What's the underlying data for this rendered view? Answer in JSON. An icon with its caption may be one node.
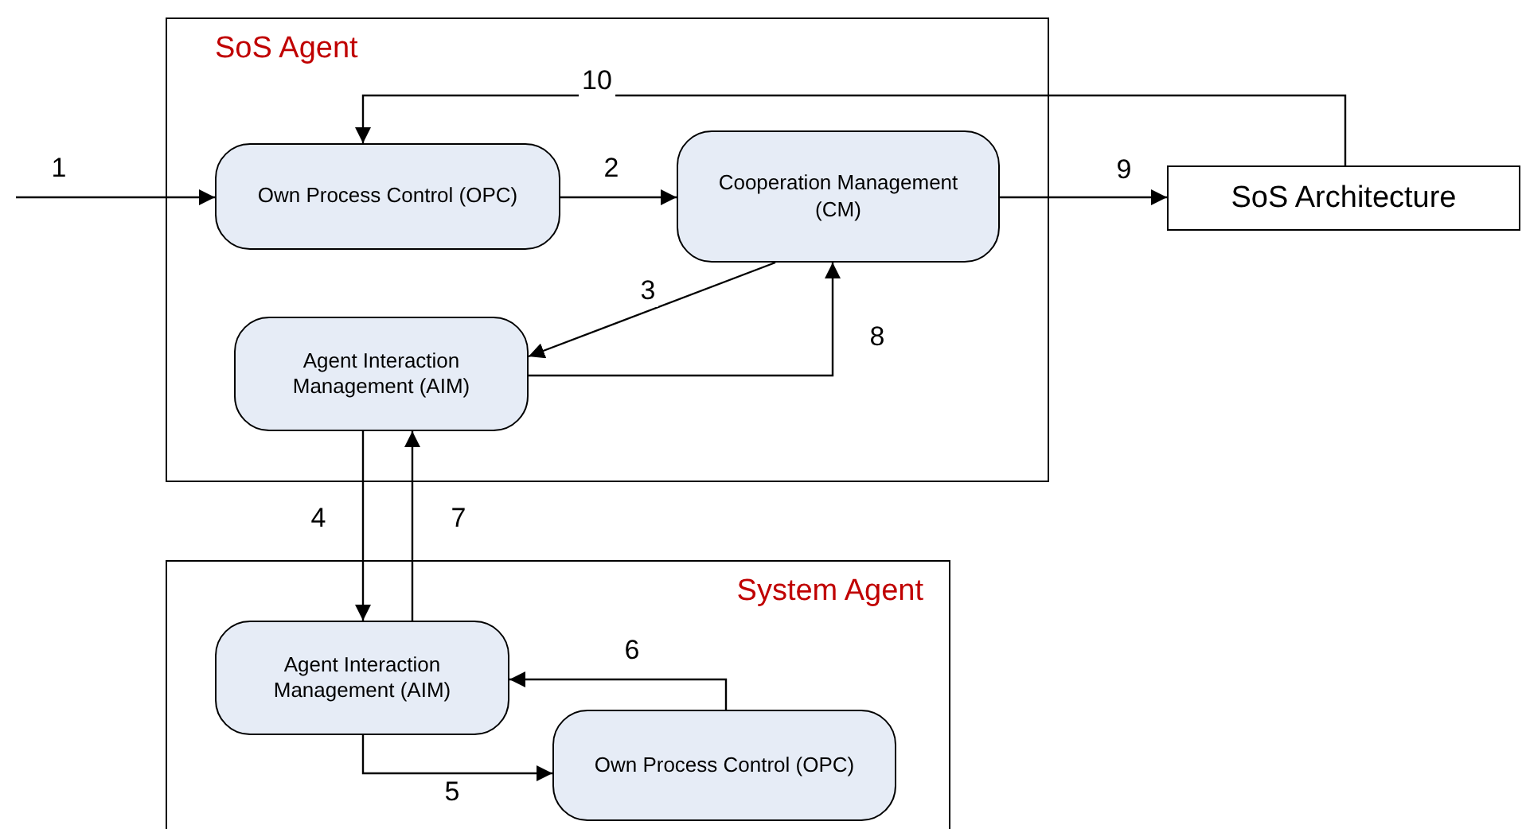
{
  "diagram": {
    "nodes": [
      {
        "text": [
          "SoS Agent"
        ]
      },
      {
        "text": [
          "Own Process Control (OPC)"
        ],
        "in": 0
      },
      {
        "text": [
          "Cooperation Management (CM)"
        ],
        "in": 0
      },
      {
        "text": [
          "Agent Interaction Management (AIM)"
        ],
        "in": 0
      },
      {
        "text": [
          "SoS Architecture"
        ]
      },
      {
        "text": [
          "System Agent"
        ]
      },
      {
        "text": [
          "Agent Interaction Management (AIM)"
        ],
        "in": 5
      },
      {
        "text": [
          "Own Process Control (OPC)"
        ],
        "in": 5
      }
    ],
    "edges": [
      {
        "from": null,
        "to": 1,
        "arrow": "to",
        "label": "1"
      },
      {
        "from": 1,
        "to": 2,
        "arrow": "to",
        "label": "2"
      },
      {
        "from": 2,
        "to": 3,
        "arrow": "to",
        "label": "3"
      },
      {
        "from": 3,
        "to": 6,
        "arrow": "to",
        "label": "4"
      },
      {
        "from": 7,
        "to": 6,
        "arrow": "to",
        "label": "6"
      },
      {
        "from": 6,
        "to": 7,
        "arrow": "to",
        "label": "5"
      },
      {
        "from": 6,
        "to": 3,
        "arrow": "to",
        "label": "7"
      },
      {
        "from": 3,
        "to": 2,
        "arrow": "to",
        "label": "8"
      },
      {
        "from": 2,
        "to": 4,
        "arrow": "to",
        "label": "9"
      },
      {
        "from": 4,
        "to": 1,
        "arrow": "to",
        "label": "10"
      }
    ]
  }
}
